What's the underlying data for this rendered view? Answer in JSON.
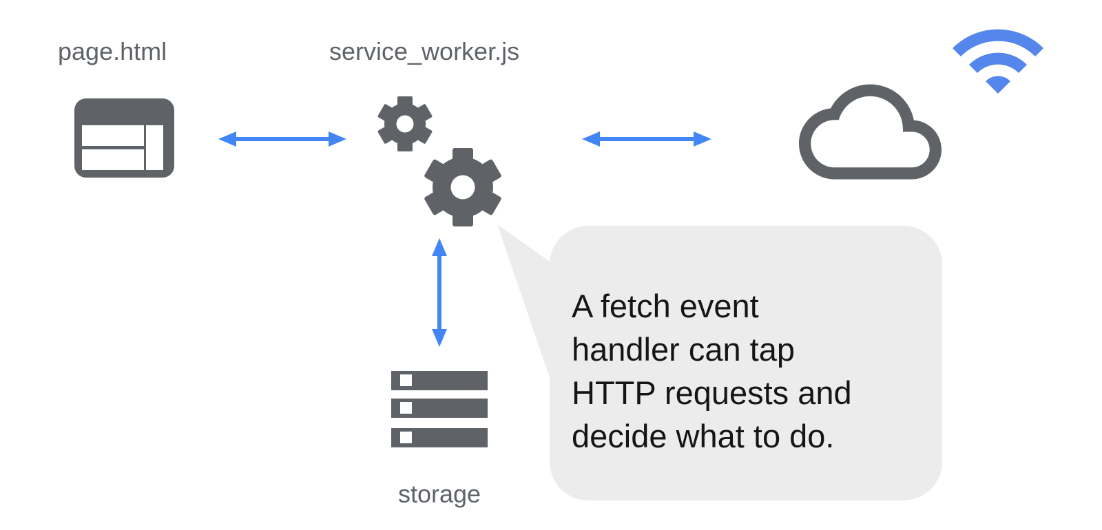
{
  "diagram": {
    "title_semantic": "service worker fetch-event architecture diagram",
    "labels": {
      "page": "page.html",
      "service_worker": "service_worker.js",
      "storage": "storage"
    },
    "bubble": {
      "lines": [
        "A fetch event",
        "handler can tap",
        "HTTP requests and",
        "decide what to do."
      ],
      "full_text": "A fetch event handler can tap HTTP requests and decide what to do."
    },
    "icons": {
      "page": "browser-window-icon",
      "service_worker": "gears-icon",
      "network": "cloud-icon",
      "connectivity": "wifi-icon",
      "storage": "server-stack-icon"
    },
    "colors": {
      "icon_gray": "#5f6368",
      "label_gray": "#5f6368",
      "arrow_blue": "#4285f4",
      "wifi_blue": "#5486ec",
      "bubble_bg": "#ececec",
      "bubble_text": "#151515",
      "background": "#ffffff",
      "cutout_white": "#ffffff"
    }
  }
}
